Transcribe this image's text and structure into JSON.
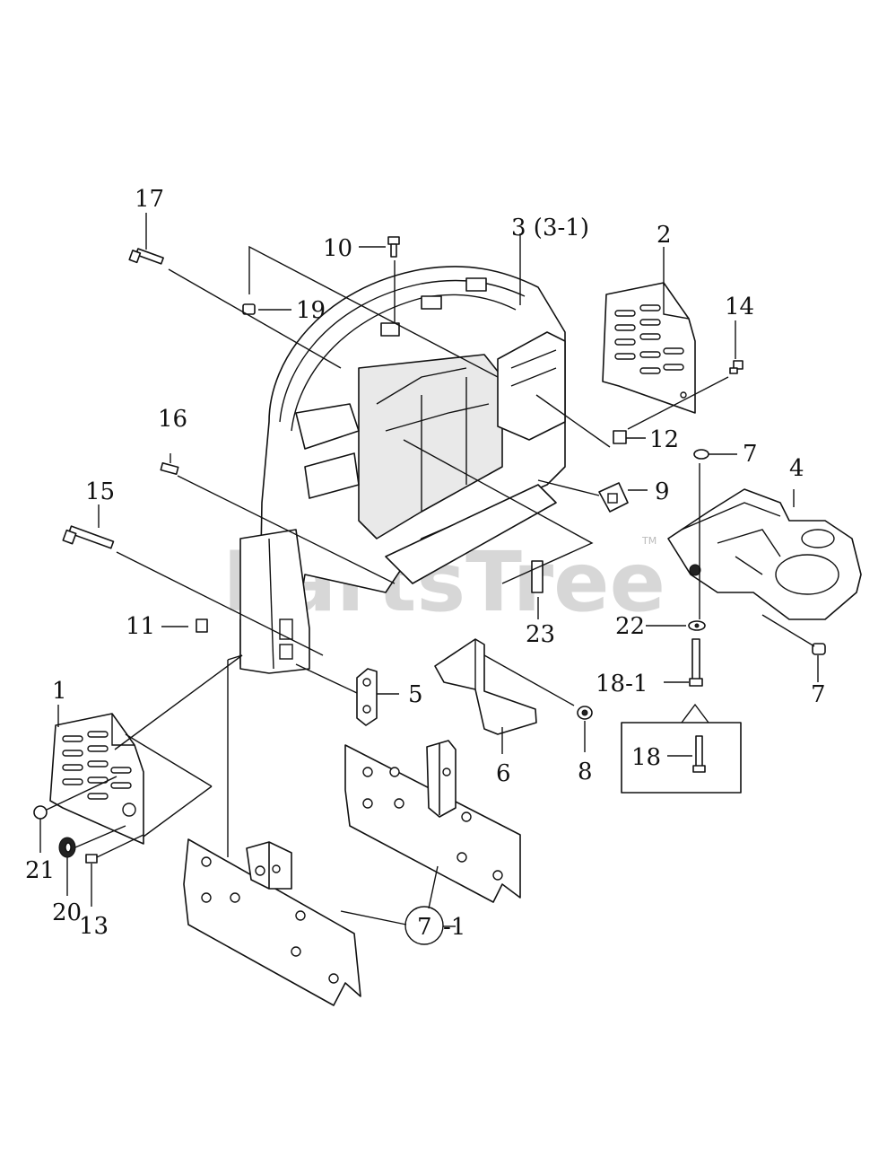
{
  "watermark": {
    "text": "PartsTree",
    "tm": "TM"
  },
  "callouts": [
    {
      "id": "17",
      "text": "17"
    },
    {
      "id": "10",
      "text": "10"
    },
    {
      "id": "3",
      "text": "3 (3-1)"
    },
    {
      "id": "2",
      "text": "2"
    },
    {
      "id": "14",
      "text": "14"
    },
    {
      "id": "19",
      "text": "19"
    },
    {
      "id": "16",
      "text": "16"
    },
    {
      "id": "12",
      "text": "12"
    },
    {
      "id": "7a",
      "text": "7"
    },
    {
      "id": "4",
      "text": "4"
    },
    {
      "id": "9",
      "text": "9"
    },
    {
      "id": "15",
      "text": "15"
    },
    {
      "id": "23",
      "text": "23"
    },
    {
      "id": "22",
      "text": "22"
    },
    {
      "id": "11",
      "text": "11"
    },
    {
      "id": "18-1",
      "text": "18-1"
    },
    {
      "id": "7b",
      "text": "7"
    },
    {
      "id": "5",
      "text": "5"
    },
    {
      "id": "1",
      "text": "1"
    },
    {
      "id": "6",
      "text": "6"
    },
    {
      "id": "8",
      "text": "8"
    },
    {
      "id": "18",
      "text": "18"
    },
    {
      "id": "21",
      "text": "21"
    },
    {
      "id": "20",
      "text": "20"
    },
    {
      "id": "13",
      "text": "13"
    },
    {
      "id": "7c",
      "text": "7"
    },
    {
      "id": "7-1",
      "text": "-1"
    }
  ]
}
